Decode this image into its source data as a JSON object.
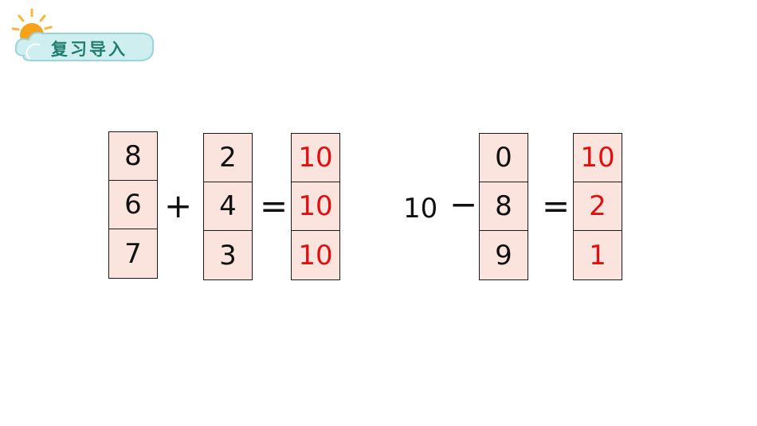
{
  "badge": {
    "title": "复习导入"
  },
  "equation1": {
    "left": [
      "8",
      "6",
      "7"
    ],
    "plus": "+",
    "right": [
      "2",
      "4",
      "3"
    ],
    "equals": "=",
    "result": [
      "10",
      "10",
      "10"
    ]
  },
  "equation2": {
    "lead": "10",
    "minus": "−",
    "right": [
      "0",
      "8",
      "9"
    ],
    "equals": "=",
    "result": [
      "10",
      "2",
      "1"
    ]
  },
  "colors": {
    "cell_bg": "#fbe4dd",
    "answer": "#e01010",
    "badge_text": "#1e7d6e"
  }
}
